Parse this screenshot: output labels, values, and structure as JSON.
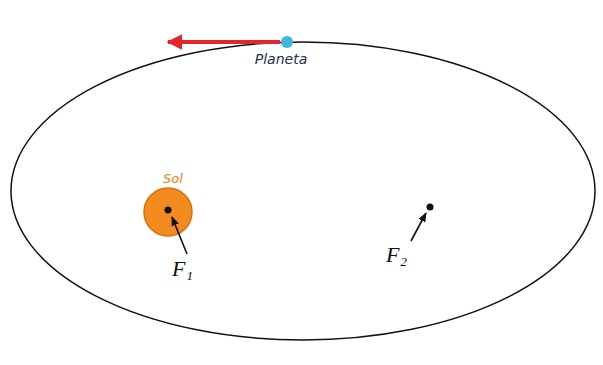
{
  "diagram": {
    "labels": [
      "Planeta",
      "Sol",
      "F₁",
      "F₂"
    ]
  }
}
